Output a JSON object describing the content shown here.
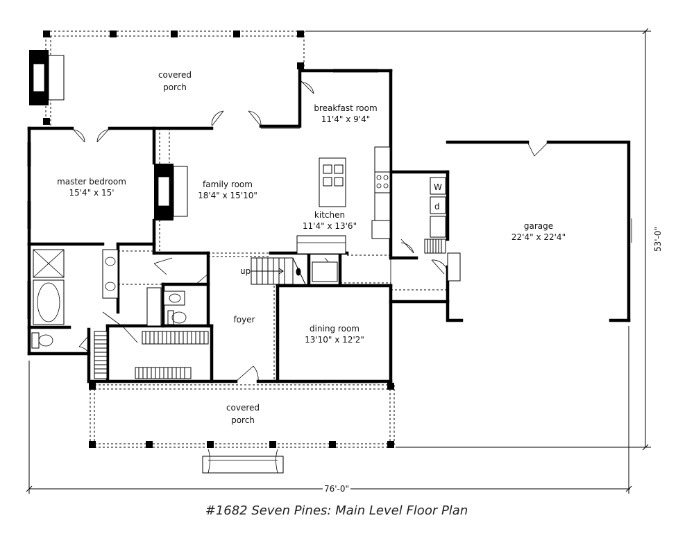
{
  "title": "#1682 Seven Pines: Main Level Floor Plan",
  "dimensions": {
    "width": "76'-0\"",
    "depth": "53'-0\""
  },
  "rooms": {
    "covered_porch_rear": [
      "covered",
      "porch"
    ],
    "breakfast_room": [
      "breakfast room",
      "11'4\" x 9'4\""
    ],
    "master_bedroom": [
      "master bedroom",
      "15'4\" x 15'"
    ],
    "family_room": [
      "family room",
      "18'4\" x 15'10\""
    ],
    "kitchen": [
      "kitchen",
      "11'4\" x 13'6\""
    ],
    "garage": [
      "garage",
      "22'4\" x 22'4\""
    ],
    "foyer": [
      "foyer"
    ],
    "dining_room": [
      "dining room",
      "13'10\" x 12'2\""
    ],
    "covered_porch_front": [
      "covered",
      "porch"
    ]
  },
  "stair_label": "up",
  "appliance_labels": {
    "washer": "W",
    "dryer": "d"
  }
}
